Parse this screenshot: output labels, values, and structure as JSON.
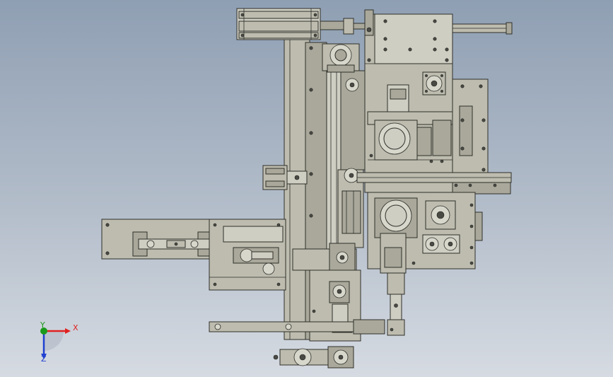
{
  "viewport": {
    "background_top": "#8f9fb3",
    "background_bottom": "#d6dbe2"
  },
  "part_colors": {
    "fill": "#bdbcaf",
    "fill_dark": "#a9a89b",
    "fill_light": "#cfcec3",
    "edge": "#2f2f2a",
    "hole": "#4a4a45"
  },
  "triad": {
    "x_label": "X",
    "y_label": "Y",
    "z_label": "Z",
    "x_color": "#e02020",
    "y_color": "#1a9a1a",
    "z_color": "#2040d0"
  }
}
